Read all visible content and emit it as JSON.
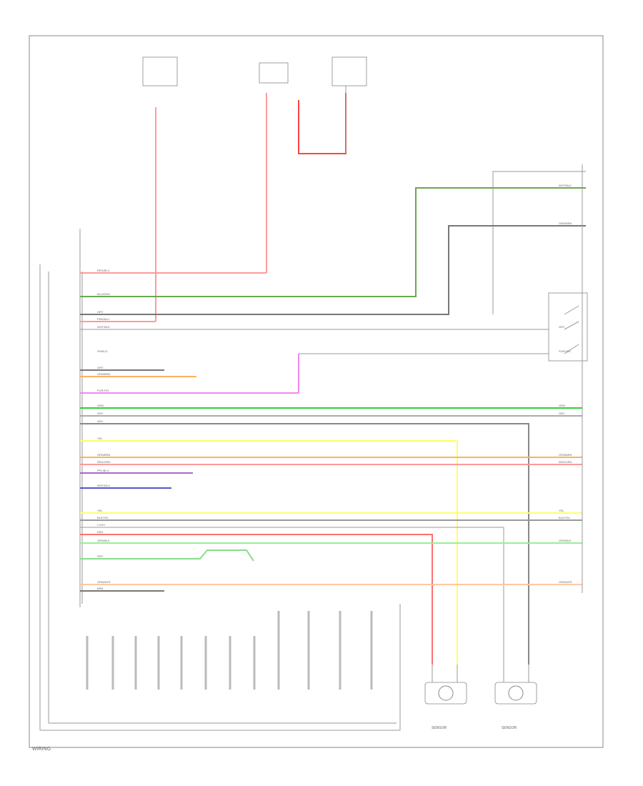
{
  "page_footer": "WIRING",
  "colors": {
    "red": "#ff9a9a",
    "green_bold": "#2fd12f",
    "green_dark": "#6aa84f",
    "gray": "#8a8a8a",
    "pink": "#ee88ee",
    "orange": "#ffb060",
    "yellow": "#ffff66",
    "blue": "#5555cc",
    "light_green": "#99ee99",
    "salmon": "#ffc8a0"
  },
  "sensor_labels": [
    "SENSOR",
    "SENSOR"
  ],
  "wire_labels": [
    "RED/BLU",
    "BLU/GRN",
    "GRY",
    "PNK/BLU",
    "WHT/BLK",
    "SHIELD",
    "GRY",
    "ORN/BRN",
    "PUR/YEL",
    "GRN",
    "GRY",
    "GRY",
    "YEL",
    "ORN/BRN",
    "RED/GRN",
    "PPL/BLU",
    "WHT/BLU",
    "YEL",
    "BLK/YEL",
    "LT/GY",
    "RED",
    "GRN/BLK",
    "GRY",
    "ORN/WHT",
    "BRN",
    "WHT/BLK",
    "GRN/BRN",
    "GRY",
    "PUR/YEL",
    "GRN",
    "GRY",
    "ORN/BRN",
    "RED/GRN",
    "YEL",
    "BLK/YEL",
    "GRN/BLK",
    "ORN/WHT"
  ]
}
